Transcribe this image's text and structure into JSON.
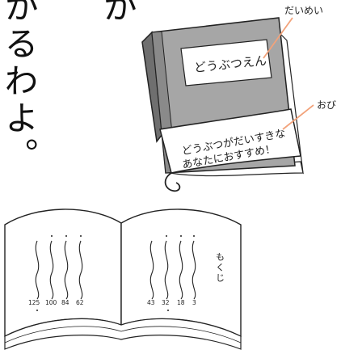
{
  "text_left": {
    "col1": "かるわよ。",
    "col2": "か"
  },
  "book": {
    "spine_label_callout": "だいめい",
    "title_label": "どうぶつえん",
    "band_callout": "おび",
    "band_line1": "どうぶつがだいすきな",
    "band_line2": "あなたにおすすめ！"
  },
  "open_book": {
    "toc_label": "もくじ",
    "left_page_numbers": [
      "125",
      "100",
      "84",
      "62"
    ],
    "right_page_numbers": [
      "43",
      "32",
      "18",
      "3"
    ]
  },
  "colors": {
    "cover_gray": "#a6a6a6",
    "cover_dark": "#6f6f6f",
    "line": "#222222",
    "callout": "#f2a27a",
    "paper": "#ffffff"
  }
}
